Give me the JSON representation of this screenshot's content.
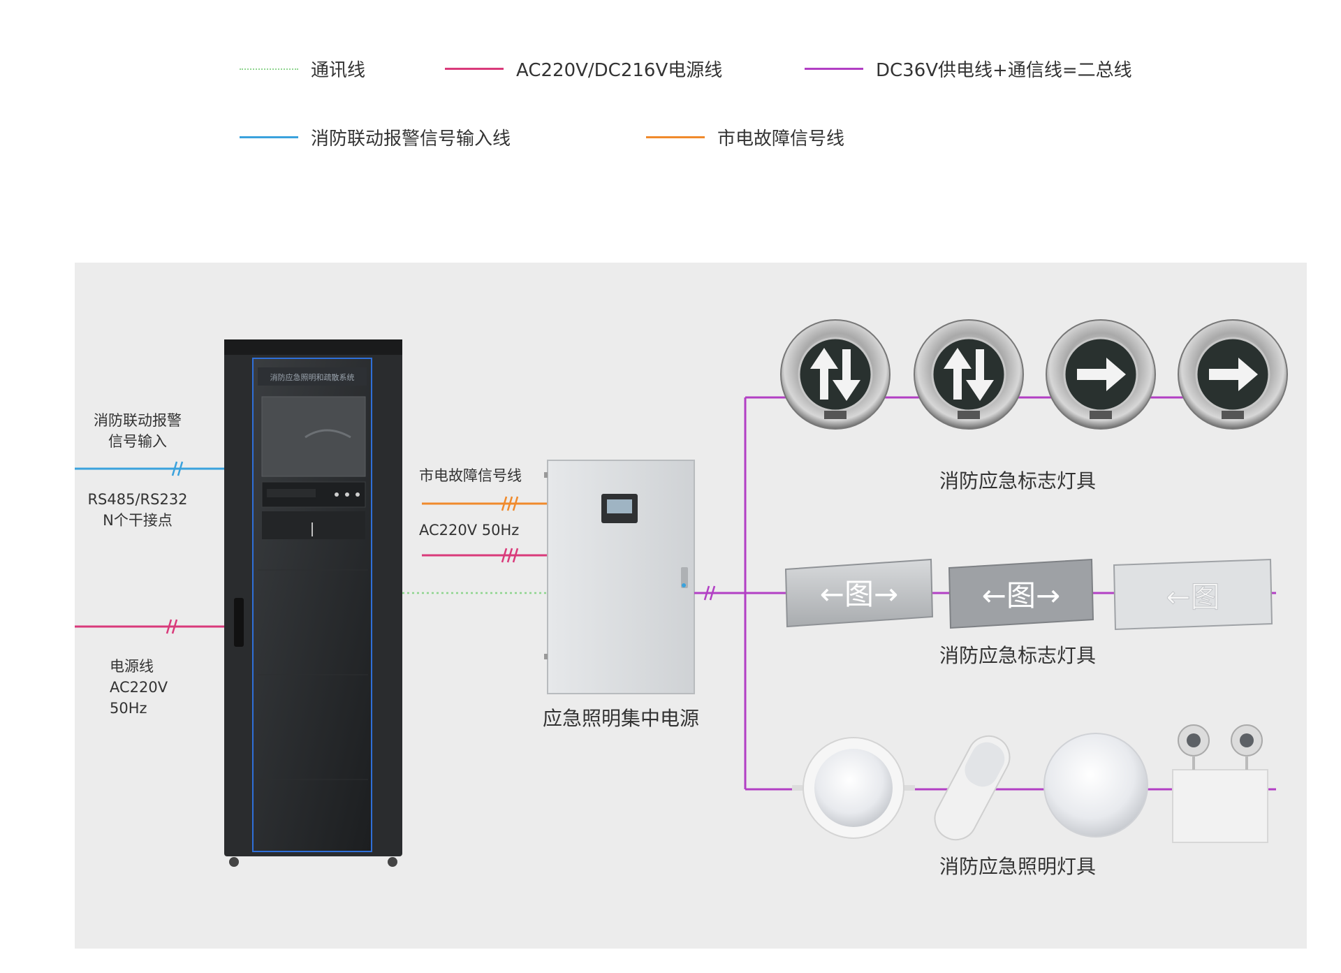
{
  "legend": [
    {
      "label": "通讯线",
      "color": "#8ed58e",
      "style": "dotted"
    },
    {
      "label": "AC220V/DC216V电源线",
      "color": "#d93a7a",
      "style": "solid"
    },
    {
      "label": "DC36V供电线+通信线=二总线",
      "color": "#b23fc4",
      "style": "solid"
    },
    {
      "label": "消防联动报警信号输入线",
      "color": "#3aa2dd",
      "style": "solid"
    },
    {
      "label": "市电故障信号线",
      "color": "#f08a2c",
      "style": "solid"
    }
  ],
  "cabinet": {
    "header_text": "消防应急照明和疏散系统",
    "inputs": {
      "fire_alarm": "消防联动报警\n信号输入",
      "rs485": "RS485/RS232\nN个干接点",
      "power": "电源线\nAC220V\n50Hz"
    }
  },
  "power_box": {
    "label": "应急照明集中电源",
    "inputs": {
      "mains_fault": "市电故障信号线",
      "ac_supply": "AC220V 50Hz"
    }
  },
  "groups": [
    {
      "label": "消防应急标志灯具",
      "kind": "floor-sign",
      "icons": [
        "up-down-arrow-icon",
        "up-down-arrow-icon",
        "right-arrow-icon",
        "right-arrow-icon"
      ]
    },
    {
      "label": "消防应急标志灯具",
      "kind": "exit-sign",
      "icons": [
        "exit-sign-icon",
        "exit-sign-icon",
        "exit-sign-icon"
      ]
    },
    {
      "label": "消防应急照明灯具",
      "kind": "lighting",
      "icons": [
        "downlight-icon",
        "bulkhead-light-icon",
        "ceiling-light-icon",
        "twin-spot-light-icon"
      ]
    }
  ],
  "colors": {
    "comm": "#8ed58e",
    "power": "#d93a7a",
    "bus": "#b23fc4",
    "alarm": "#3aa2dd",
    "fault": "#f08a2c"
  }
}
